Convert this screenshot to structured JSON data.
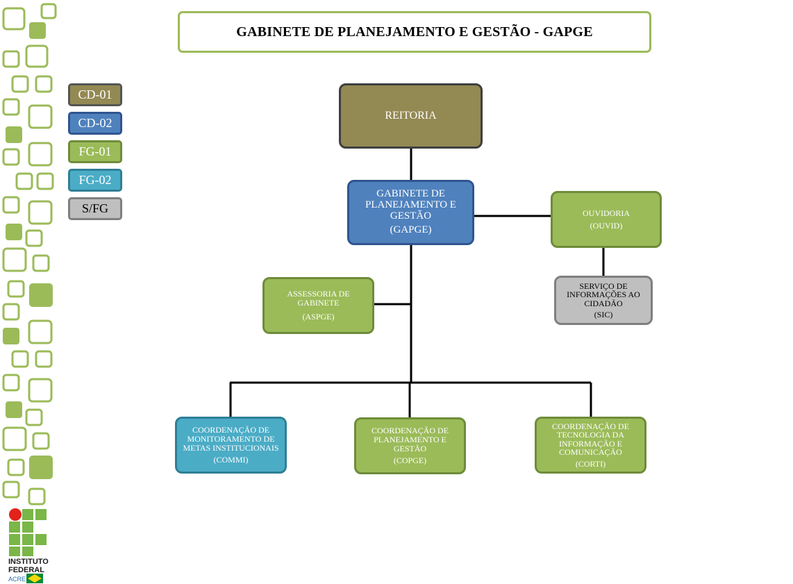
{
  "title": "GABINETE DE PLANEJAMENTO E GESTÃO - GAPGE",
  "colors": {
    "cd01": "#938953",
    "cd02": "#4f81bd",
    "fg01": "#9bbb59",
    "fg02": "#4bacc6",
    "sfg": "#bfbfbf",
    "border_dark": "#4d4d4d",
    "green_light": "#9bbb59"
  },
  "legend": [
    {
      "label": "CD-01",
      "key": "cd01"
    },
    {
      "label": "CD-02",
      "key": "cd02"
    },
    {
      "label": "FG-01",
      "key": "fg01"
    },
    {
      "label": "FG-02",
      "key": "fg02"
    },
    {
      "label": "S/FG",
      "key": "sfg"
    }
  ],
  "nodes": {
    "reitoria": {
      "name": "REITORIA",
      "abbr": "",
      "level": "cd01"
    },
    "gapge": {
      "name": "GABINETE DE PLANEJAMENTO E GESTÃO",
      "abbr": "(GAPGE)",
      "level": "cd02"
    },
    "ouvid": {
      "name": "OUVIDORIA",
      "abbr": "(OUVID)",
      "level": "fg01"
    },
    "sic": {
      "name": "SERVIÇO DE INFORMAÇÕES AO CIDADÃO",
      "abbr": "(SIC)",
      "level": "sfg"
    },
    "aspge": {
      "name": "ASSESSORIA DE GABINETE",
      "abbr": "(ASPGE)",
      "level": "fg01"
    },
    "commi": {
      "name": "COORDENAÇÃO DE MONITORAMENTO DE METAS INSTITUCIONAIS",
      "abbr": "(COMMI)",
      "level": "fg02"
    },
    "copge": {
      "name": "COORDENAÇÃO DE PLANEJAMENTO E GESTÃO",
      "abbr": "(COPGE)",
      "level": "fg01"
    },
    "corti": {
      "name": "COORDENAÇÃO DE TECNOLOGIA DA INFORMAÇÃO E COMUNICAÇÃO",
      "abbr": "(CORTI)",
      "level": "fg01"
    }
  },
  "logo": {
    "line1": "INSTITUTO",
    "line2": "FEDERAL",
    "line3": "ACRE"
  }
}
